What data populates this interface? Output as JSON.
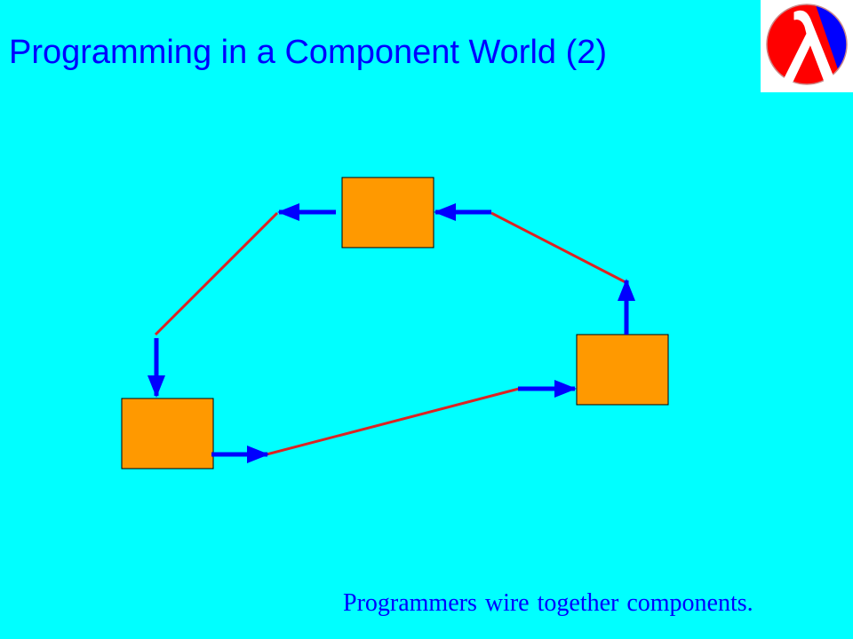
{
  "slide": {
    "title": "Programming in a Component World (2)",
    "caption": "Programmers wire together components.",
    "logo_icon": "lambda-logo-icon",
    "colors": {
      "background": "#00FFFF",
      "title_text": "#0000FF",
      "component_fill": "#FF9900",
      "port_arrow": "#0000FF",
      "wire": "#DD2222",
      "logo_red": "#FF0000",
      "logo_blue": "#0000FF"
    }
  },
  "diagram": {
    "components": [
      {
        "id": "component-top"
      },
      {
        "id": "component-right"
      },
      {
        "id": "component-bottom-left"
      }
    ],
    "wires": [
      {
        "from": "component-top",
        "to": "component-bottom-left"
      },
      {
        "from": "component-bottom-left",
        "to": "component-right"
      },
      {
        "from": "component-right",
        "to": "component-top"
      }
    ]
  }
}
